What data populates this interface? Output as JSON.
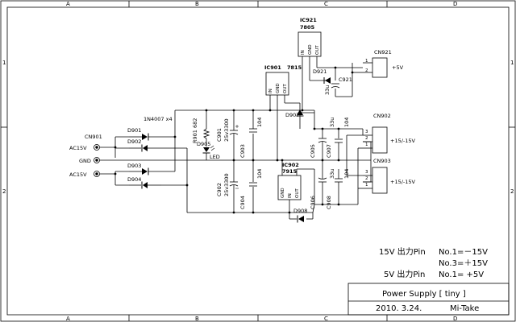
{
  "border": {
    "columns": [
      "A",
      "B",
      "C",
      "D"
    ],
    "rows": [
      "1",
      "2"
    ]
  },
  "components": {
    "ic921": {
      "ref": "IC921",
      "part": "7805",
      "pins": [
        "IN",
        "GND",
        "OUT"
      ]
    },
    "ic901": {
      "ref": "IC901",
      "part": "7815",
      "pins": [
        "IN",
        "GND",
        "OUT"
      ]
    },
    "ic902": {
      "ref": "IC902",
      "part": "7915",
      "pins": [
        "GND",
        "IN",
        "OUT"
      ]
    },
    "cn901": {
      "ref": "CN901"
    },
    "cn921": {
      "ref": "CN921",
      "pins": [
        "1",
        "2"
      ],
      "label": "+5V"
    },
    "cn902": {
      "ref": "CN902",
      "pins": [
        "3",
        "2",
        "1"
      ],
      "label": "+15/-15V"
    },
    "cn903": {
      "ref": "CN903",
      "pins": [
        "3",
        "2",
        "1"
      ],
      "label": "+15/-15V"
    },
    "diodes_note": "1N4007 x4",
    "d901": "D901",
    "d902": "D902",
    "d903": "D903",
    "d904": "D904",
    "d905": "D905",
    "led": "LED",
    "d907": "D907",
    "d908": "D908",
    "d921": "D921",
    "r901": "R901 682",
    "c901": "C901",
    "c901_val": "25v3300",
    "c902": "C902",
    "c902_val": "25v3300",
    "c903": "C903",
    "c903_val": "104",
    "c904": "C904",
    "c904_val": "104",
    "c905": "C905",
    "c905_val": "33u",
    "c906": "C906",
    "c906_val": "33u",
    "c907": "C907",
    "c907_val": "104",
    "c908": "C908",
    "c908_val": "104",
    "c921": "C921",
    "c921_val": "33u",
    "inputs": {
      "ac_top": "AC15V",
      "gnd": "GND",
      "ac_bottom": "AC15V"
    }
  },
  "notes": {
    "line1_left": "15V 出力Pin",
    "line1_right": "No.1=－15V",
    "line2_right": "No.3=＋15V",
    "line3_left": "5V 出力Pin",
    "line3_right": "No.1= +5V"
  },
  "title_block": {
    "title": "Power Supply [ tiny ]",
    "date": "2010. 3.24.",
    "author": "Mi-Take"
  }
}
